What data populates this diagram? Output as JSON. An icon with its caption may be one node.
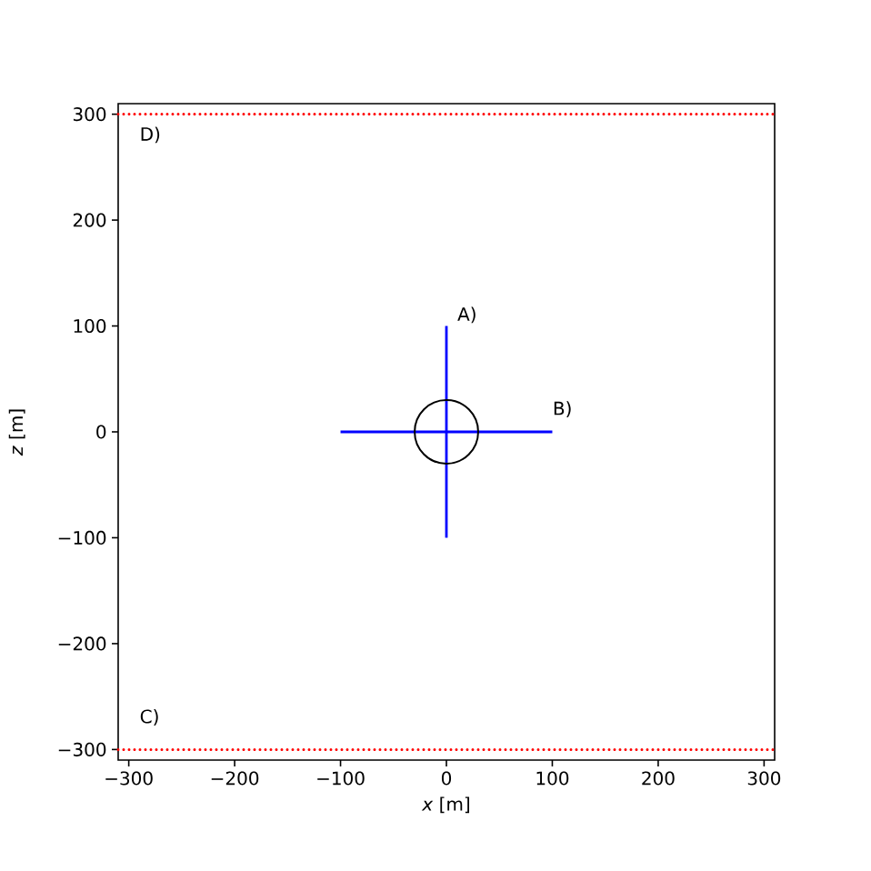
{
  "diagram": {
    "labels": [
      "300",
      "D)",
      "200",
      "100",
      "A)",
      "0",
      "B)",
      "−100",
      "−200",
      "C)",
      "−300",
      "−300",
      "−200",
      "−100",
      "0",
      "100",
      "200",
      "300",
      "*x* [m]",
      "*z* [m]"
    ]
  }
}
